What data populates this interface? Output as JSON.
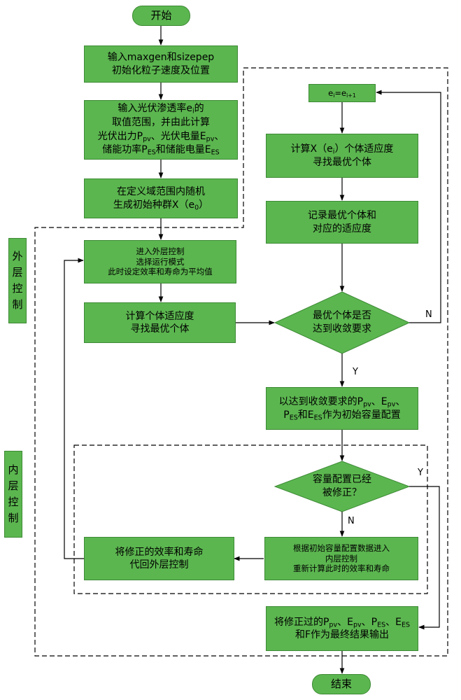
{
  "colors": {
    "node_fill": "#5bb64f",
    "node_border": "#3d8a35",
    "line": "#000000"
  },
  "nodes": {
    "start": "开始",
    "init_line1": "输入maxgen和sizepep",
    "init_line2": "初始化粒子速度及位置",
    "pv_l1_a": "输入光伏渗透率e",
    "pv_l1_sub": "i",
    "pv_l1_b": "的",
    "pv_l2": "取值范围，并由此计算",
    "pv_l3_a": "光伏出力P",
    "pv_l3_sub1": "pv",
    "pv_l3_b": "、光伏电量E",
    "pv_l3_sub2": "pv",
    "pv_l3_c": "、",
    "pv_l4_a": "储能功率P",
    "pv_l4_sub1": "ES",
    "pv_l4_b": "和储能电量E",
    "pv_l4_sub2": "ES",
    "gen_l1": "在定义域范围内随机",
    "gen_l2_a": "生成初始种群X（e",
    "gen_l2_sub": "0",
    "gen_l2_b": "）",
    "outer_l1": "进入外层控制",
    "outer_l2": "选择运行模式",
    "outer_l3": "此时设定效率和寿命为平均值",
    "fit_left_l1": "计算个体适应度",
    "fit_left_l2": "寻找最优个体",
    "loop_a": "e",
    "loop_sub1": "i",
    "loop_b": "=e",
    "loop_sub2": "i+1",
    "fit_right_l1": "计算X（e",
    "fit_right_sub": "i",
    "fit_right_l1b": "）个体适应度",
    "fit_right_l2": "寻找最优个体",
    "record_l1": "记录最优个体和",
    "record_l2": "对应的适应度",
    "converge_l1": "最优个体是否",
    "converge_l2": "达到收敛要求",
    "initcap_l1_a": "以达到收敛要求的P",
    "initcap_l1_sub1": "pv",
    "initcap_l1_b": "、E",
    "initcap_l1_sub2": "pv",
    "initcap_l1_c": "、",
    "initcap_l2_a": "P",
    "initcap_l2_sub1": "ES",
    "initcap_l2_b": "和E",
    "initcap_l2_sub2": "ES",
    "initcap_l2_c": "作为初始容量配置",
    "modified_l1": "容量配置已经",
    "modified_l2": "被修正？",
    "inner_l1": "根据初始容量配置数据进入",
    "inner_l2": "内层控制",
    "inner_l3": "重新计算此时的效率和寿命",
    "back_l1": "将修正的效率和寿命",
    "back_l2": "代回外层控制",
    "final_l1_a": "将修正过的P",
    "final_l1_s1": "pv",
    "final_l1_b": "、E",
    "final_l1_s2": "pv",
    "final_l1_c": "、P",
    "final_l1_s3": "ES",
    "final_l1_d": "、E",
    "final_l1_s4": "ES",
    "final_l2": "和F作为最终结果输出",
    "end": "结束"
  },
  "side_labels": {
    "outer": [
      "外",
      "层",
      "控",
      "制"
    ],
    "inner": [
      "内",
      "层",
      "控",
      "制"
    ]
  },
  "edge_labels": {
    "no": "N",
    "yes": "Y"
  }
}
